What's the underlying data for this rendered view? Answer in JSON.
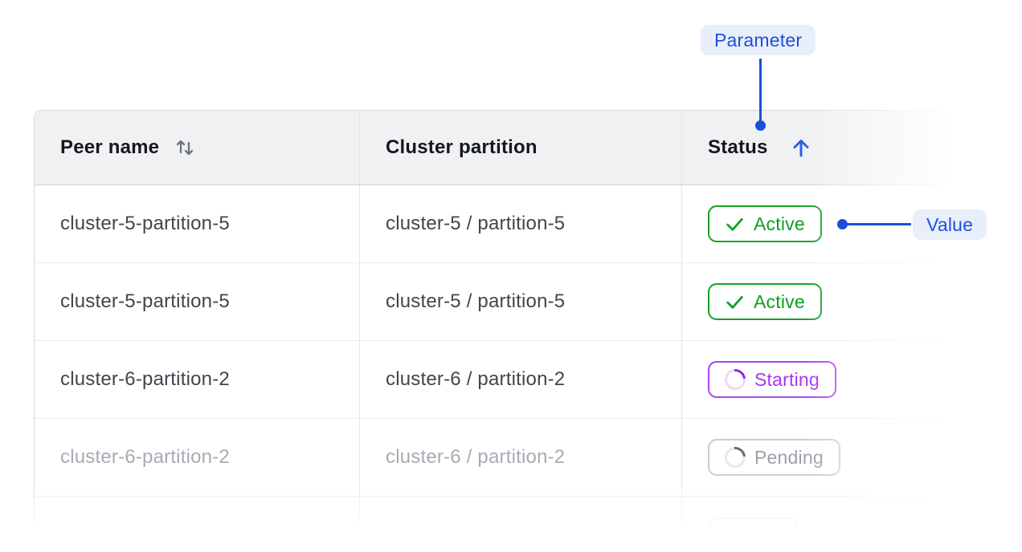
{
  "annotations": {
    "parameter_label": "Parameter",
    "value_label": "Value",
    "accent_color": "#1d4ed8",
    "badge_bg": "#e9eefb"
  },
  "table": {
    "columns": [
      {
        "label": "Peer name",
        "sort": "unsorted",
        "sort_icon": "sort-both-icon"
      },
      {
        "label": "Cluster partition",
        "sort": "none",
        "sort_icon": ""
      },
      {
        "label": "Status",
        "sort": "ascending",
        "sort_icon": "arrow-up-icon"
      }
    ],
    "rows": [
      {
        "peer_name": "cluster-5-partition-5",
        "cluster_partition": "cluster-5 / partition-5",
        "status": "Active",
        "status_kind": "active",
        "muted": false,
        "partial": false
      },
      {
        "peer_name": "cluster-5-partition-5",
        "cluster_partition": "cluster-5 / partition-5",
        "status": "Active",
        "status_kind": "active",
        "muted": false,
        "partial": false
      },
      {
        "peer_name": "cluster-6-partition-2",
        "cluster_partition": "cluster-6 / partition-2",
        "status": "Starting",
        "status_kind": "starting",
        "muted": false,
        "partial": false
      },
      {
        "peer_name": "cluster-6-partition-2",
        "cluster_partition": "cluster-6 / partition-2",
        "status": "Pending",
        "status_kind": "pending",
        "muted": true,
        "partial": false
      },
      {
        "peer_name": "",
        "cluster_partition": "",
        "status": "",
        "status_kind": "unknown",
        "muted": true,
        "partial": true
      }
    ]
  },
  "status_colors": {
    "active": "#12a125",
    "starting": "#a838f2",
    "pending": "#9aa0a9"
  }
}
